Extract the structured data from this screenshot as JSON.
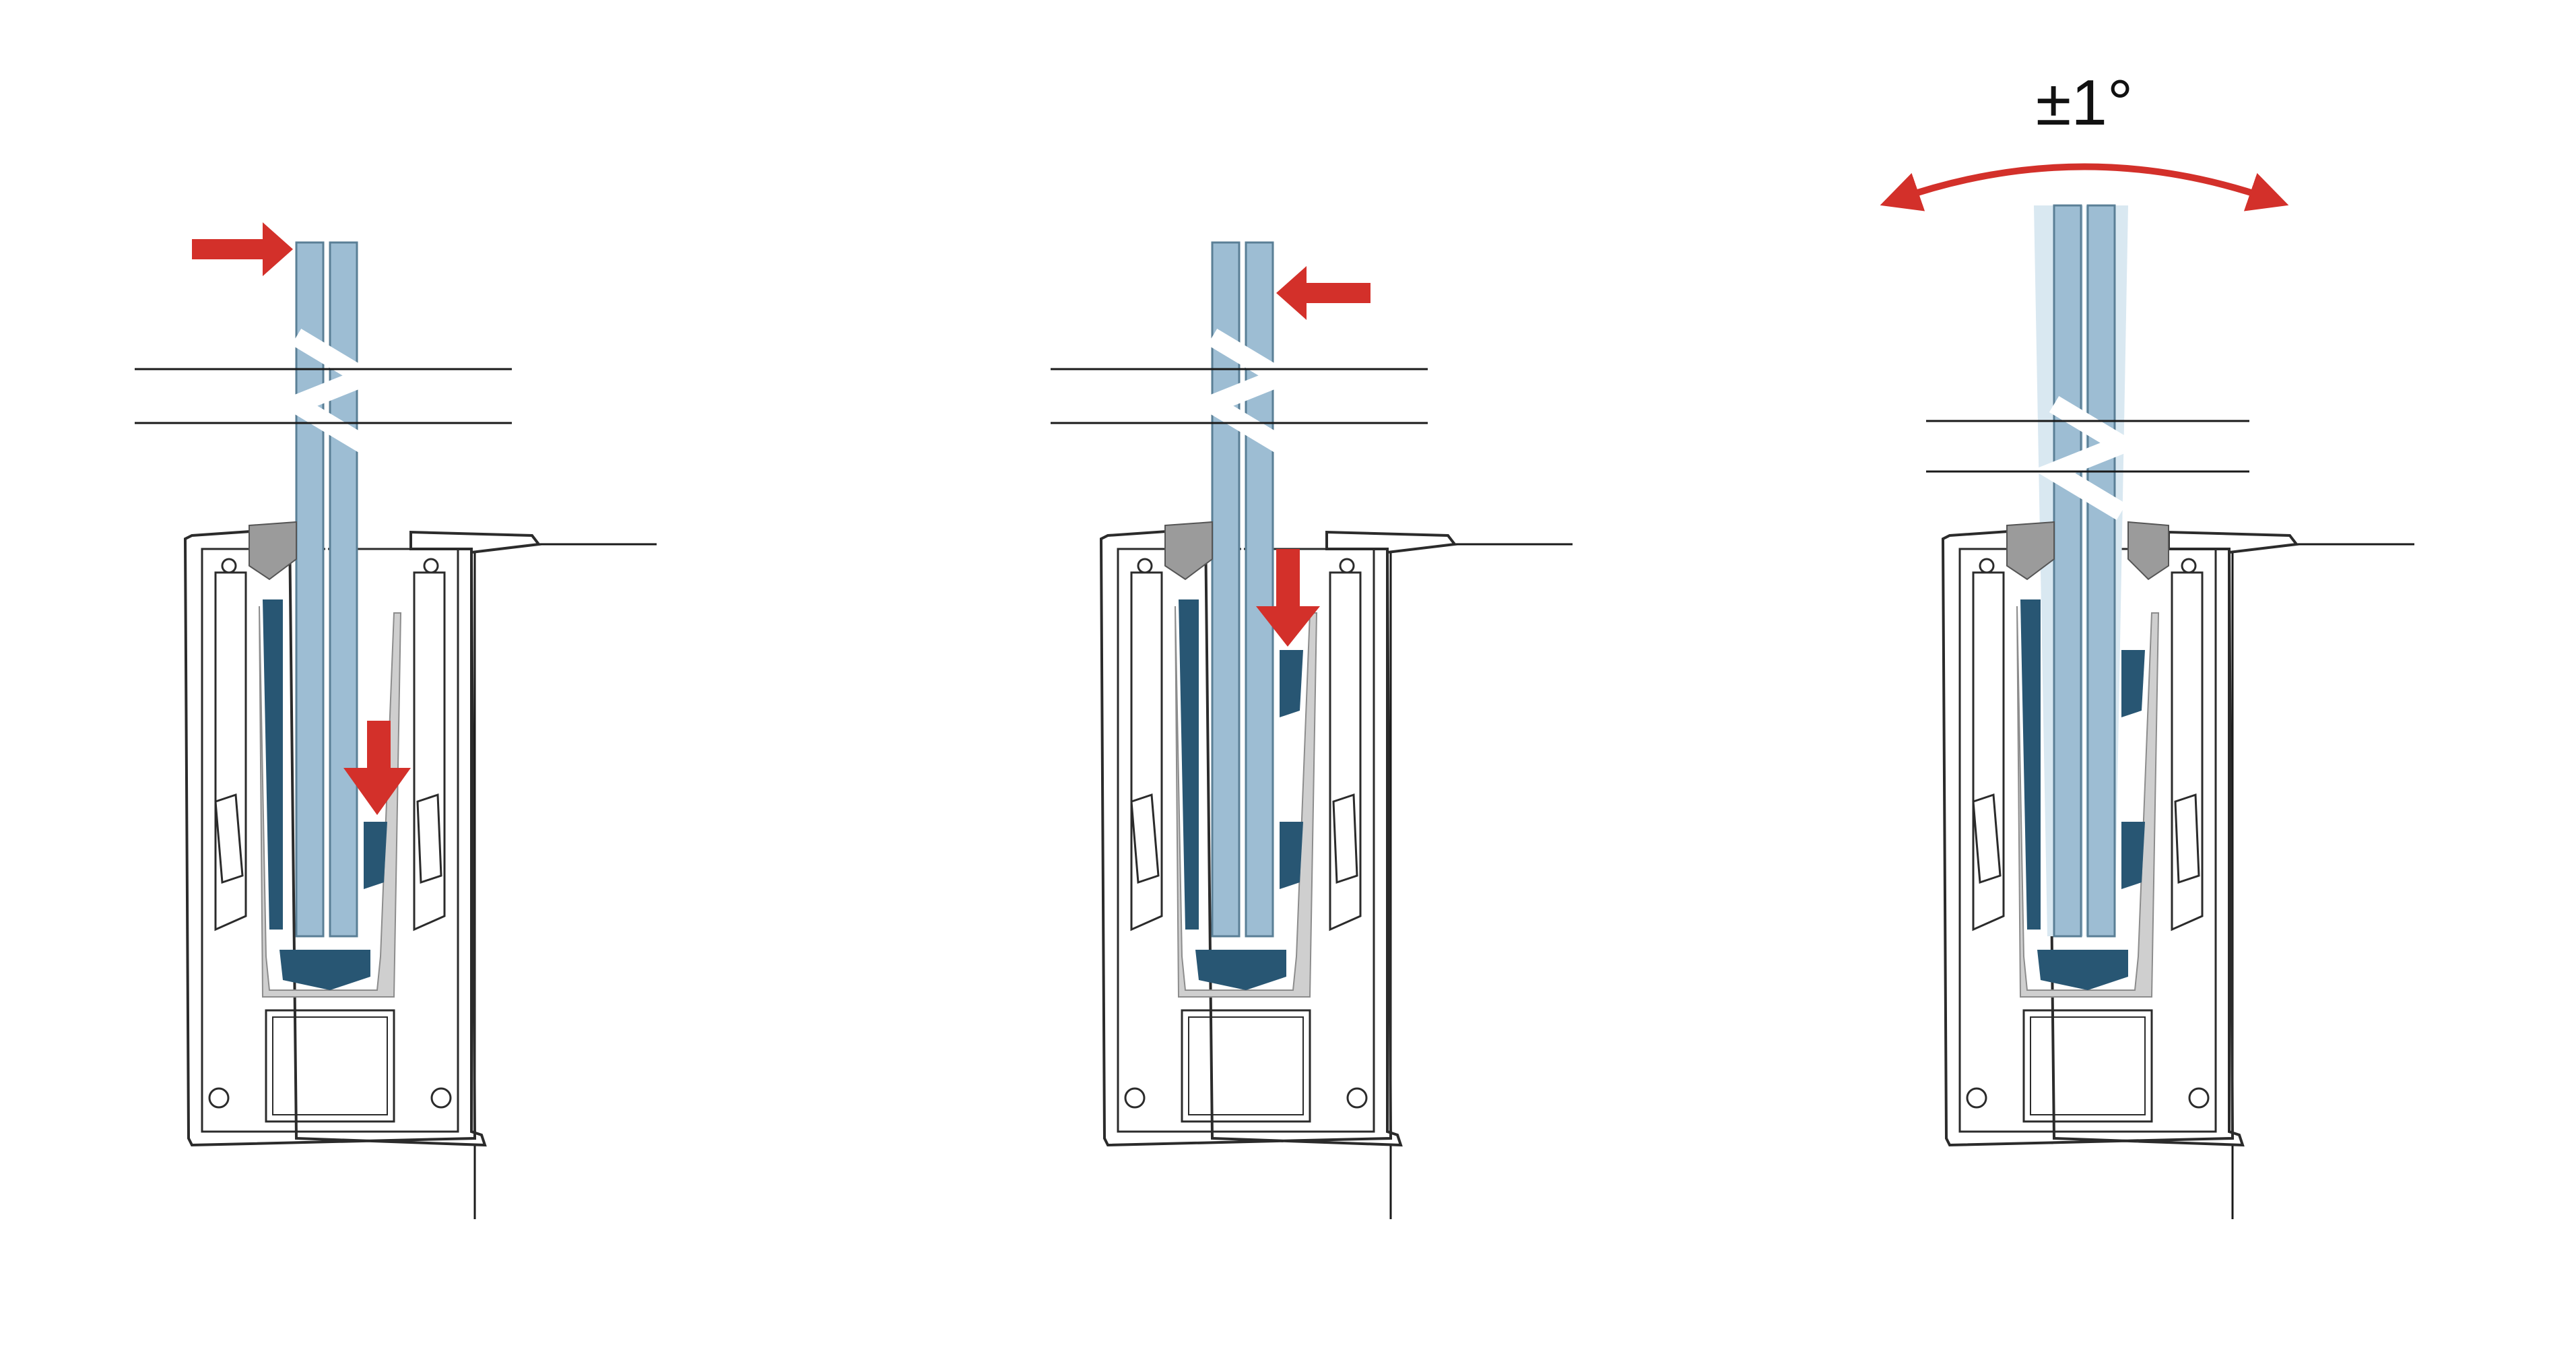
{
  "diagram": {
    "angle_label": "±1°"
  },
  "colors": {
    "glass": "#9dbdd3",
    "glass_edge": "#5a7f96",
    "glass_tilt_ghost": "#d9e8f1",
    "gasket": "#285673",
    "gasket_stripe": "#3c6f8c",
    "profile_fill": "#ffffff",
    "profile_stroke": "#2b2b2b",
    "liner": "#cfcfcf",
    "clip": "#9b9b9b",
    "arrow_red": "#d3302a",
    "line": "#1a1a1a"
  },
  "panels": [
    {
      "id": "step-1",
      "arrows": [
        "push-right-at-top",
        "press-down-wedge-low"
      ],
      "tilted": false
    },
    {
      "id": "step-2",
      "arrows": [
        "push-left-at-top",
        "press-down-wedge-high"
      ],
      "tilted": false
    },
    {
      "id": "step-3",
      "arrows": [
        "tilt-range-arc"
      ],
      "tilted": true
    }
  ]
}
